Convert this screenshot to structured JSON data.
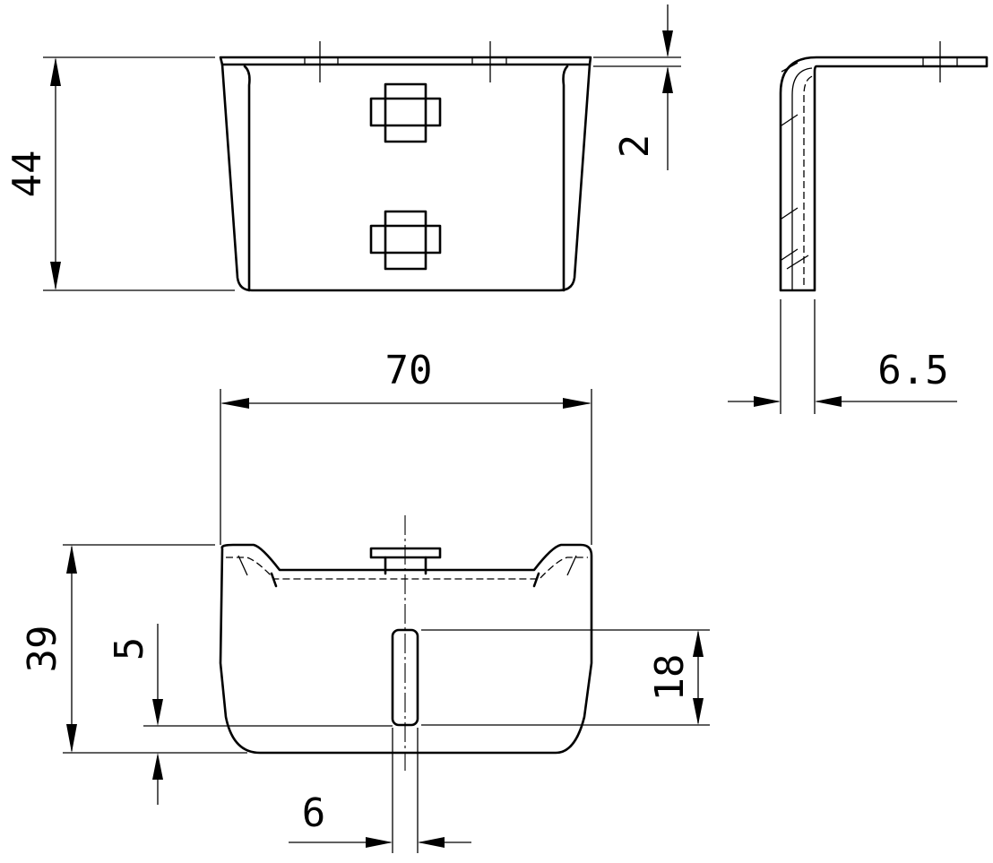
{
  "dimensions": {
    "height_front": "44",
    "thickness": "2",
    "width": "70",
    "side_offset": "6.5",
    "height_bottom": "39",
    "edge_offset": "5",
    "slot_length": "18",
    "slot_width": "6"
  }
}
